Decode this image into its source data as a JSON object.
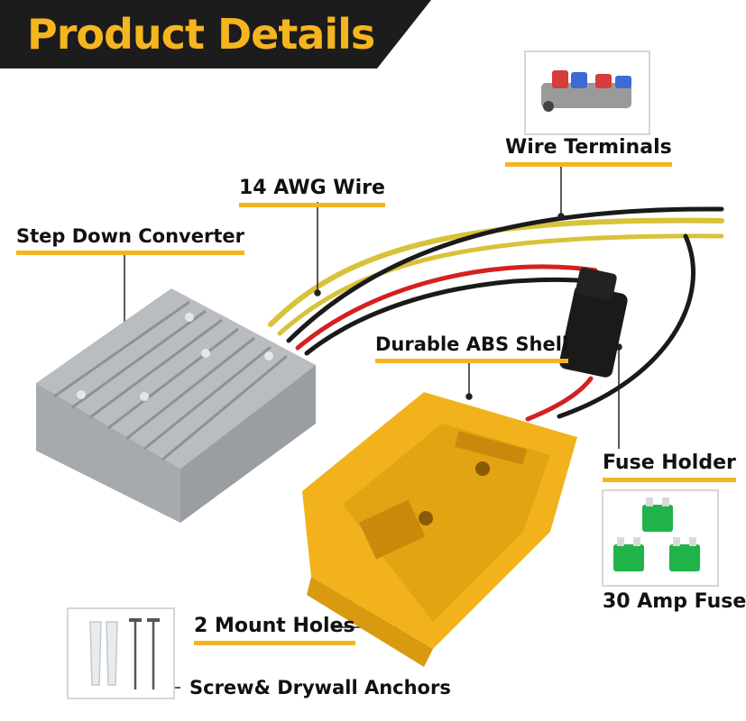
{
  "header": {
    "title": "Product Details"
  },
  "labels": {
    "wire_terminals": "Wire Terminals",
    "awg_wire": "14 AWG Wire",
    "step_down_converter": "Step Down Converter",
    "abs_shell": "Durable ABS Shell",
    "fuse_holder": "Fuse Holder",
    "amp_fuse": "30 Amp Fuse",
    "mount_holes": "2 Mount Holes",
    "anchors": "Screw& Drywall Anchors"
  },
  "colors": {
    "accent": "#f5b51f",
    "banner": "#1c1c1c",
    "shell": "#f2b21c",
    "converter": "#b9bdc2",
    "fuse": "#1fb34a",
    "wire_yellow": "#d8c23a",
    "wire_red": "#d42020",
    "wire_black": "#1a1a1a"
  }
}
